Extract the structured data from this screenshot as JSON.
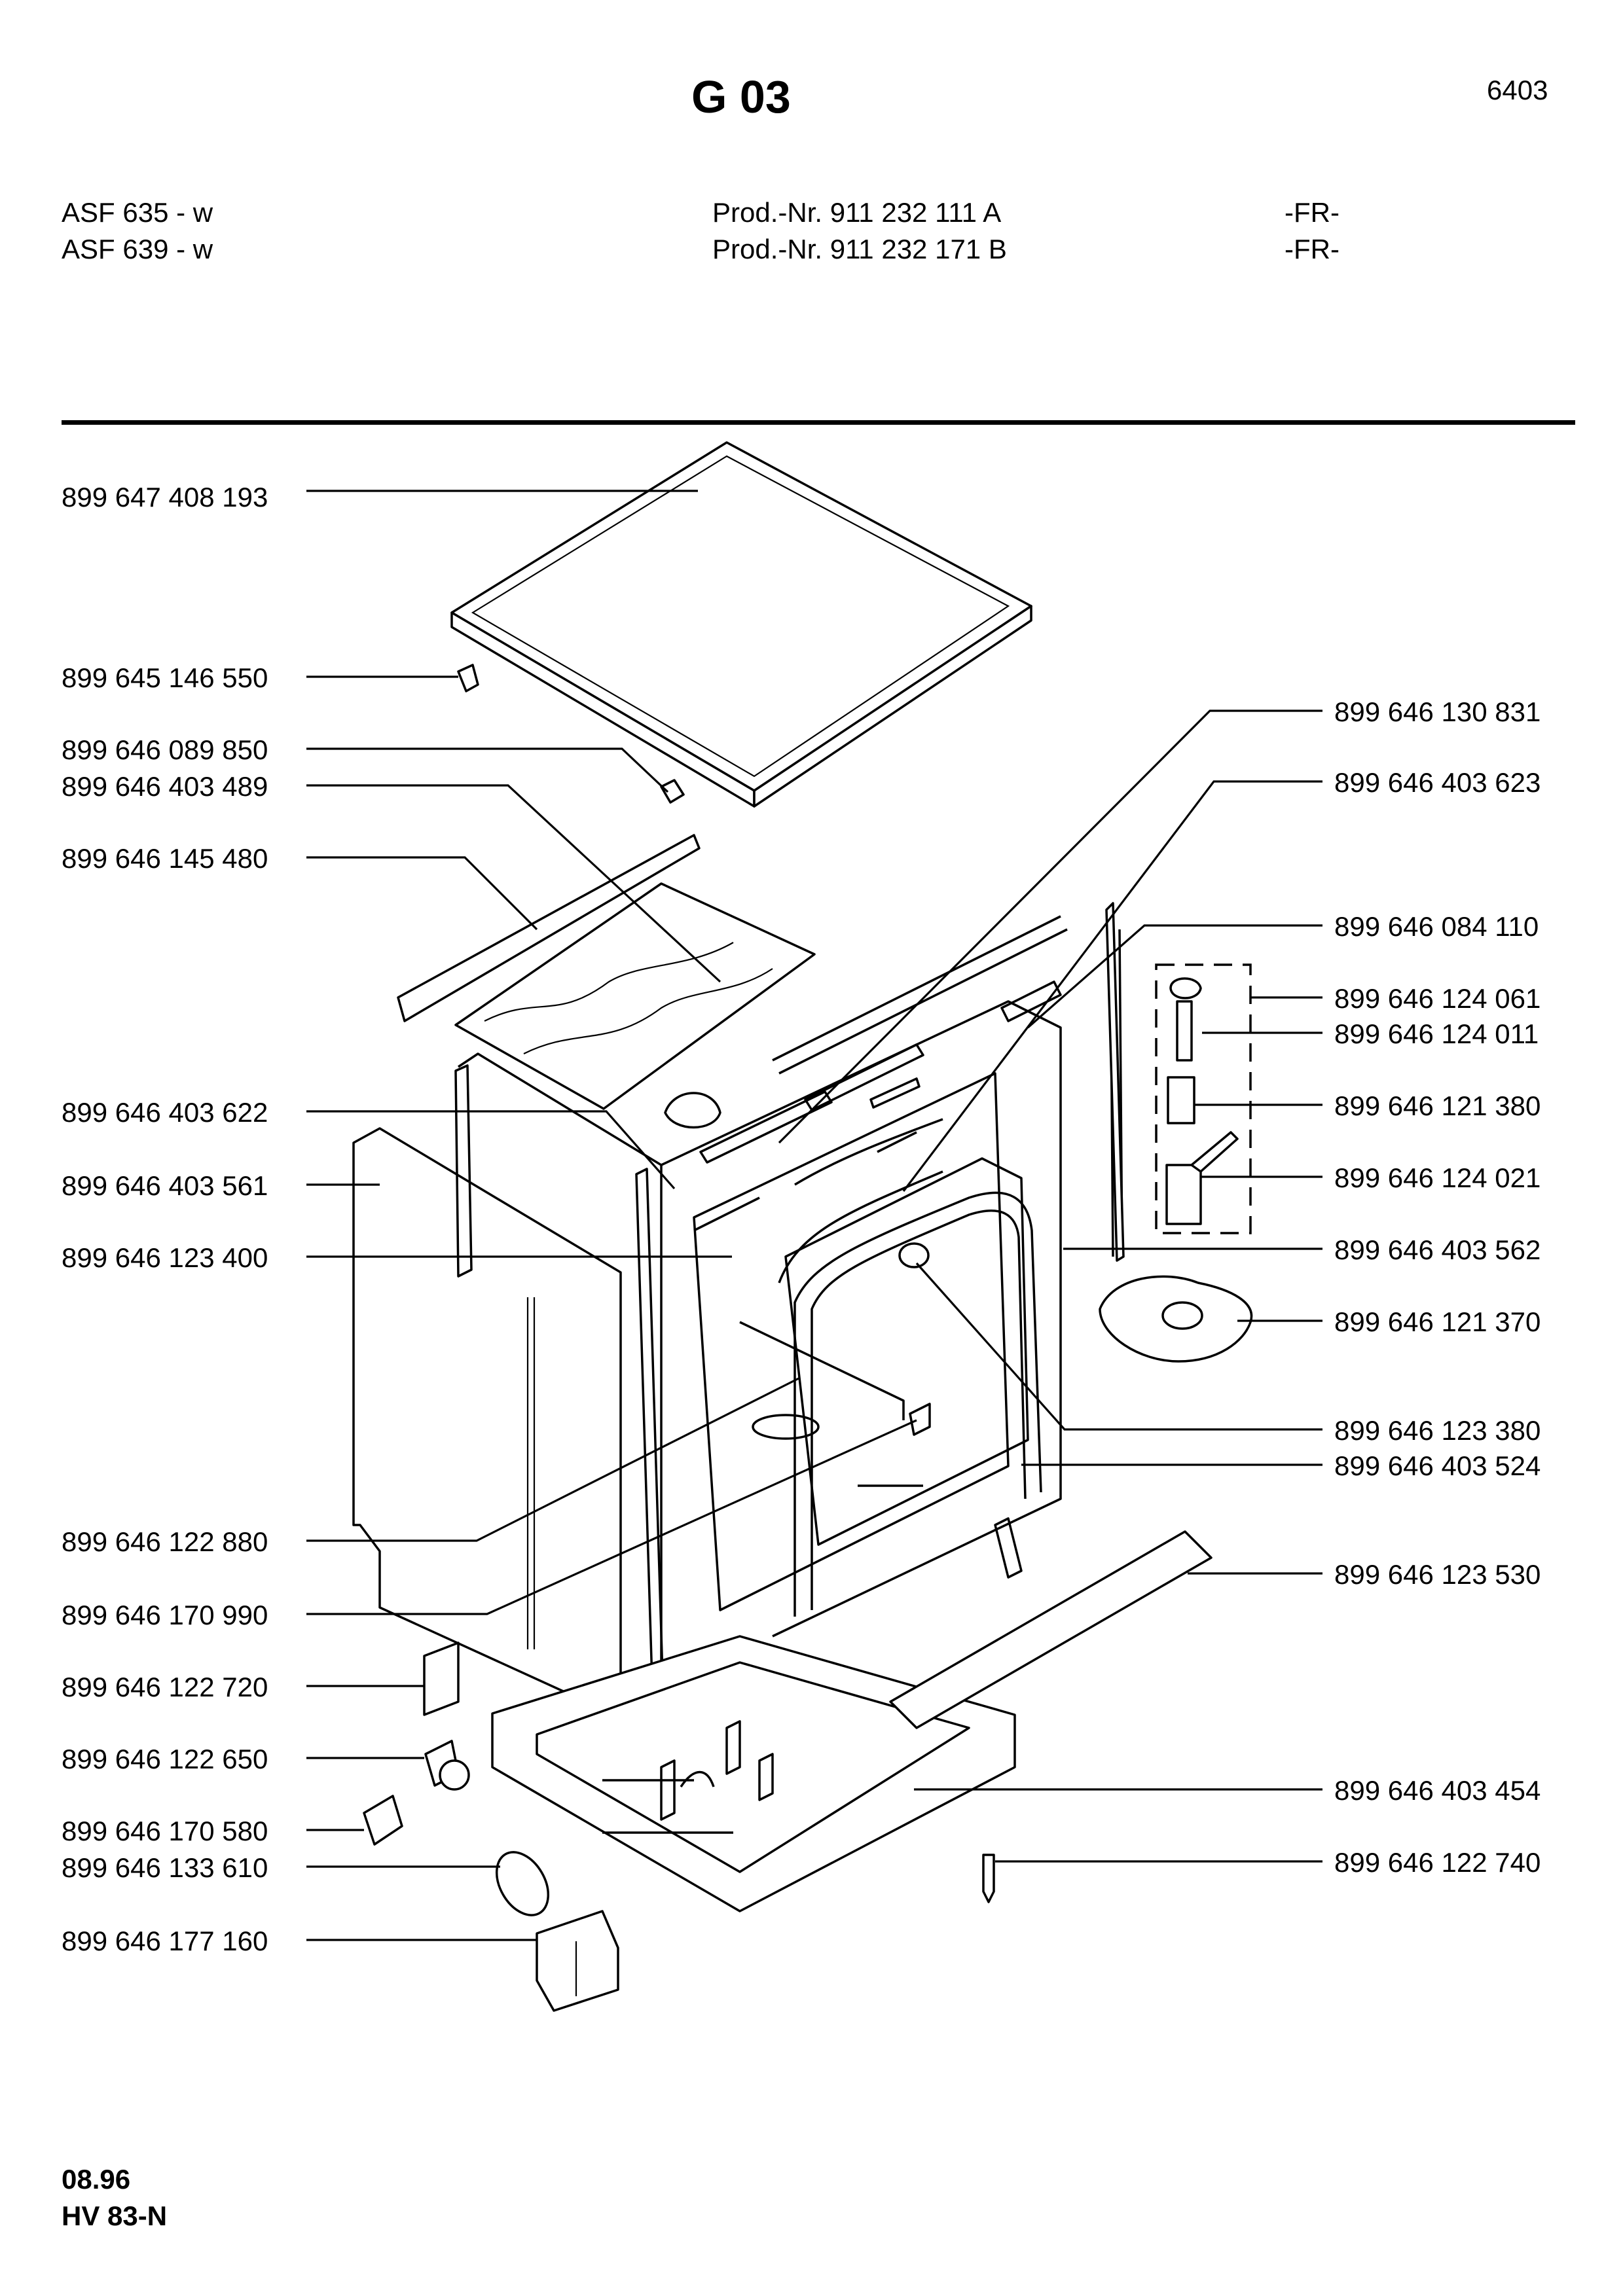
{
  "header": {
    "title": "G 03",
    "page_code": "6403",
    "models": [
      {
        "model": "ASF 635 - w",
        "prod": "Prod.-Nr. 911 232 111 A",
        "country": "-FR-"
      },
      {
        "model": "ASF 639 - w",
        "prod": "Prod.-Nr. 911 232 171 B",
        "country": "-FR-"
      }
    ]
  },
  "parts_left": [
    "899 647 408 193",
    "899 645 146 550",
    "899 646 089 850",
    "899 646 403 489",
    "899 646 145 480",
    "899 646 403 622",
    "899 646 403 561",
    "899 646 123 400",
    "899 646 122 880",
    "899 646 170 990",
    "899 646 122 720",
    "899 646 122 650",
    "899 646 170 580",
    "899 646 133 610",
    "899 646 177 160"
  ],
  "parts_right": [
    "899 646 130 831",
    "899 646 403 623",
    "899 646 084 110",
    "899 646 124 061",
    "899 646 124 011",
    "899 646 121 380",
    "899 646 124 021",
    "899 646 403 562",
    "899 646 121 370",
    "899 646 123 380",
    "899 646 403 524",
    "899 646 123 530",
    "899 646 403 454",
    "899 646 122 740"
  ],
  "footer": {
    "date": "08.96",
    "ref": "HV 83-N"
  }
}
